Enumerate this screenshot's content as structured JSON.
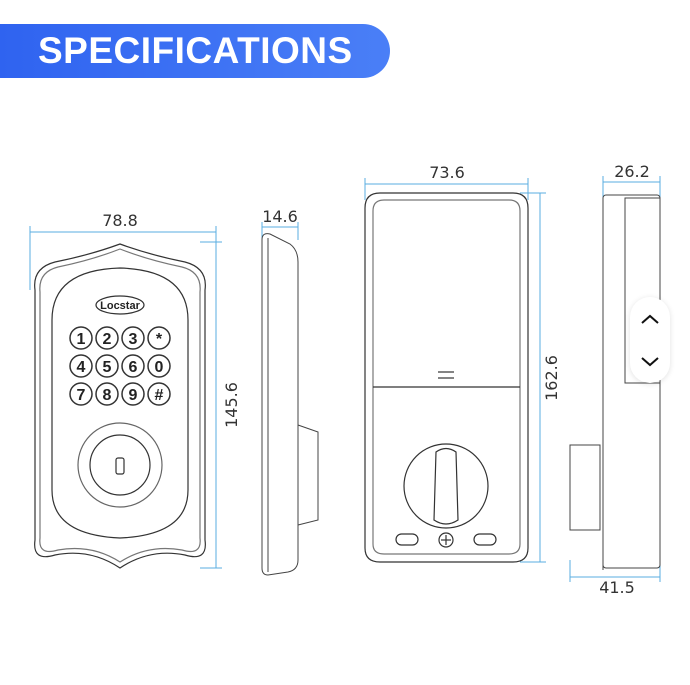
{
  "banner": {
    "title": "SPECIFICATIONS",
    "color": "#3b6ef5"
  },
  "drawing": {
    "brand_label": "Locstar",
    "keypad": [
      "1",
      "2",
      "3",
      "*",
      "4",
      "5",
      "6",
      "0",
      "7",
      "8",
      "9",
      "#"
    ],
    "dimensions": {
      "front_width": "78.8",
      "front_height": "145.6",
      "side_depth": "14.6",
      "back_width": "73.6",
      "back_height": "162.6",
      "interior_depth": "26.2",
      "interior_total_depth": "41.5"
    },
    "dimension_line_color": "#5aaee0"
  },
  "scroller": {
    "up_icon": "chevron-up-icon",
    "down_icon": "chevron-down-icon"
  }
}
